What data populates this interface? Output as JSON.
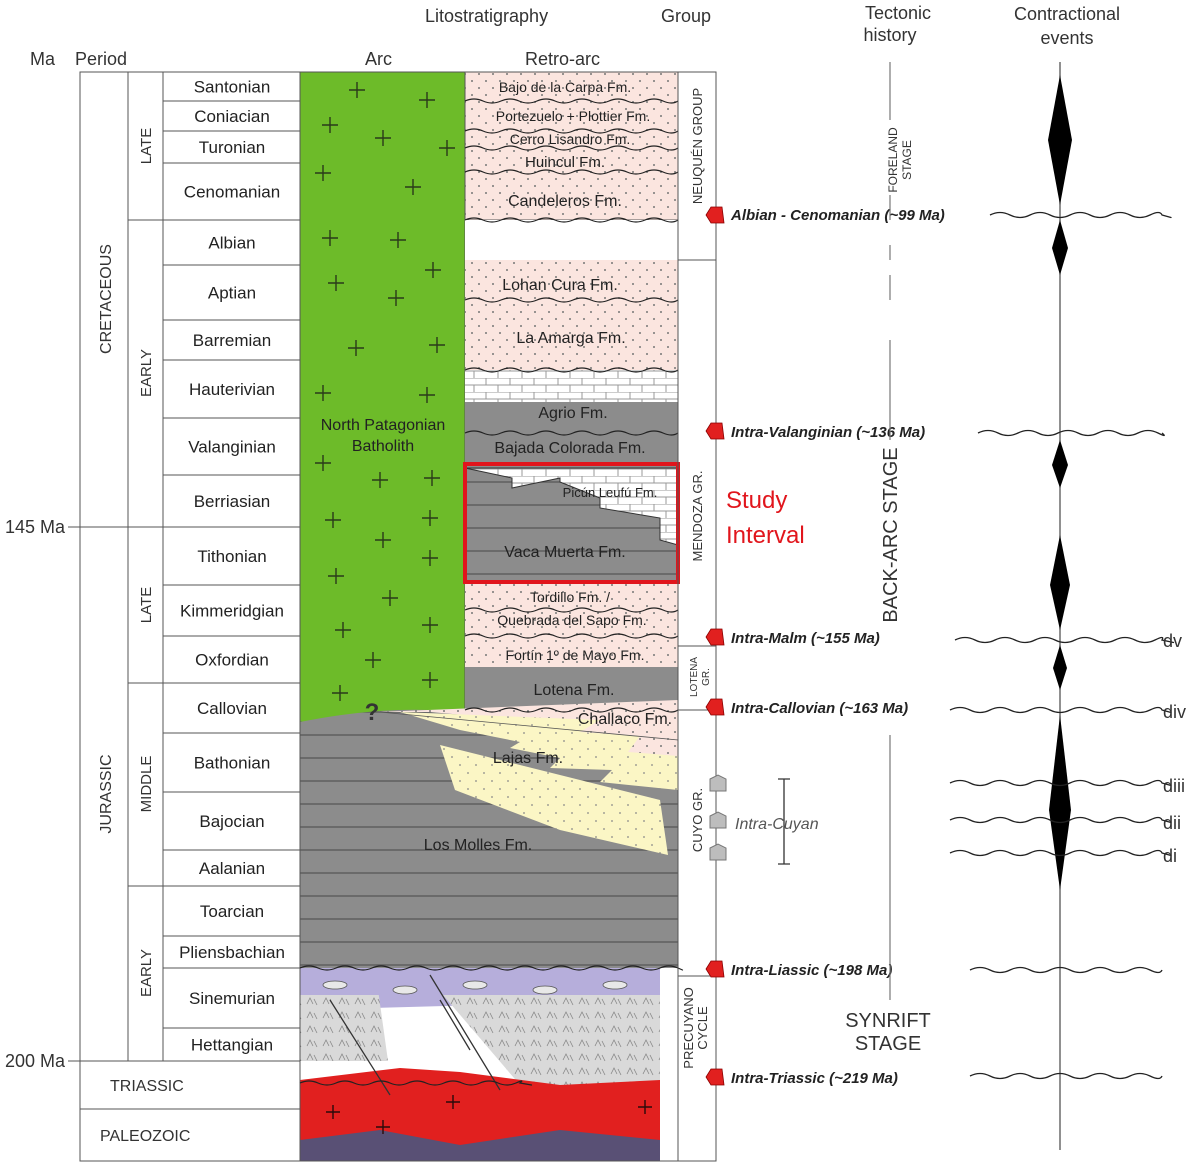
{
  "headers": {
    "ma": "Ma",
    "period": "Period",
    "litho": "Litostratigraphy",
    "group": "Group",
    "arc": "Arc",
    "retroarc": "Retro-arc",
    "tectonic": [
      "Tectonic",
      "history"
    ],
    "contractional": [
      "Contractional",
      "events"
    ]
  },
  "ma_labels": [
    "145 Ma",
    "200 Ma"
  ],
  "periods": [
    "CRETACEOUS",
    "JURASSIC",
    "TRIASSIC",
    "PALEOZOIC"
  ],
  "subperiods": [
    "LATE",
    "EARLY",
    "LATE",
    "MIDDLE",
    "EARLY"
  ],
  "ages": [
    "Santonian",
    "Coniacian",
    "Turonian",
    "Cenomanian",
    "Albian",
    "Aptian",
    "Barremian",
    "Hauterivian",
    "Valanginian",
    "Berriasian",
    "Tithonian",
    "Kimmeridgian",
    "Oxfordian",
    "Callovian",
    "Bathonian",
    "Bajocian",
    "Aalanian",
    "Toarcian",
    "Pliensbachian",
    "Sinemurian",
    "Hettangian"
  ],
  "arc": {
    "batholith": [
      "North Patagonian",
      "Batholith"
    ],
    "question": "?"
  },
  "formations": [
    "Bajo de la Carpa Fm.",
    "Portezuelo + Plottier Fm.",
    "Cerro Lisandro Fm.",
    "Huincul Fm.",
    "Candeleros Fm.",
    "Lohan Cura Fm.",
    "La Amarga Fm.",
    "Agrio Fm.",
    "Bajada Colorada Fm.",
    "Picún Leufú Fm.",
    "Vaca Muerta Fm.",
    "Tordillo Fm. /",
    "Quebrada del Sapo Fm.",
    "Fortín 1º de Mayo Fm.",
    "Lotena Fm.",
    "Challaco Fm.",
    "Lajas Fm.",
    "Los Molles Fm."
  ],
  "groups": [
    "NEUQUÉN GROUP",
    "MENDOZA GR.",
    "LOTENA",
    "GR.",
    "CUYO GR.",
    "PRECUYANO",
    "CYCLE"
  ],
  "study": [
    "Study",
    "Interval"
  ],
  "unconformities": [
    "Albian - Cenomanian (~99 Ma)",
    "Intra-Valanginian (~136 Ma)",
    "Intra-Malm (~155 Ma)",
    "Intra-Callovian (~163 Ma)",
    "Intra-Liassic (~198 Ma)",
    "Intra-Triassic (~219 Ma)"
  ],
  "intra_cuyan": "Intra-Cuyan",
  "tectonic_stages": [
    "FORELAND",
    "STAGE",
    "BACK-ARC STAGE",
    "SYNRIFT",
    "STAGE"
  ],
  "events": [
    "dv",
    "div",
    "diii",
    "dii",
    "di"
  ],
  "colors": {
    "arc": "#6dbb29",
    "pink": "#fbe5df",
    "gray": "#8c8c8c",
    "yellow": "#fbf6c5",
    "purple": "#b6aedb",
    "red": "#e1201f",
    "study": "#e1151c"
  }
}
